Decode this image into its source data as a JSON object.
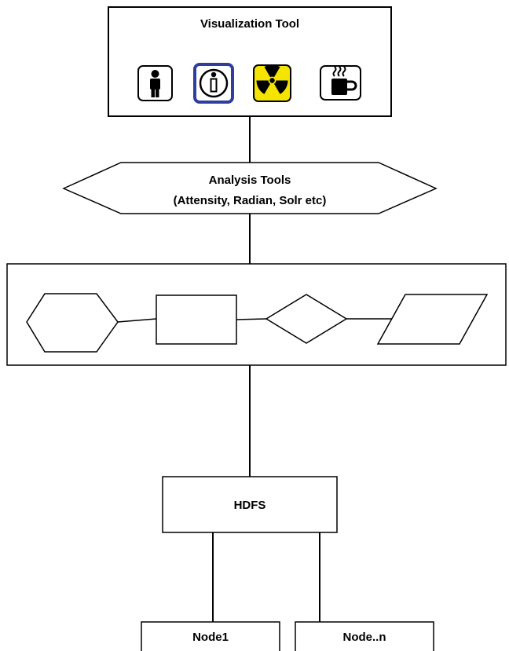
{
  "visualization_tool": {
    "title": "Visualization Tool",
    "icons": [
      {
        "name": "person-icon",
        "background": "#ffffff",
        "border": "#000000"
      },
      {
        "name": "info-icon",
        "background": "#ffffff",
        "border": "#2f3e9e"
      },
      {
        "name": "radiation-icon",
        "background": "#f5e400",
        "border": "#000000"
      },
      {
        "name": "coffee-cup-icon",
        "background": "#ffffff",
        "border": "#000000"
      }
    ]
  },
  "analysis_tools": {
    "title": "Analysis Tools",
    "subtitle": "(Attensity, Radian, Solr etc)"
  },
  "workflow": {
    "shapes": [
      "hexagon",
      "rectangle",
      "diamond",
      "parallelogram"
    ]
  },
  "hdfs": {
    "label": "HDFS"
  },
  "nodes": [
    {
      "label": "Node1"
    },
    {
      "label": "Node..n"
    }
  ],
  "colors": {
    "line": "#000000",
    "info_border": "#2f3e9e",
    "radiation_fill": "#f5e400"
  }
}
